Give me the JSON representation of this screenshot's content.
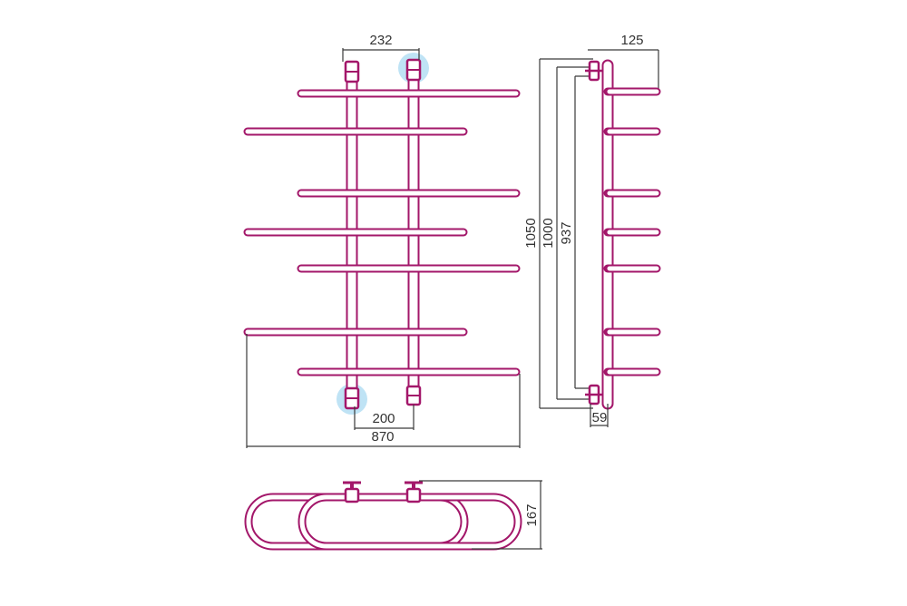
{
  "colors": {
    "pipe": "#a3176a",
    "dimension_line": "#3a3a3a",
    "valve_highlight": "#bfe3f5"
  },
  "dimensions": {
    "front_top_center": "232",
    "front_bottom_center": "200",
    "front_width": "870",
    "side_depth": "125",
    "side_height_total": "1050",
    "side_height_mid": "1000",
    "side_height_inner": "937",
    "side_wall_offset": "59",
    "top_view_depth": "167"
  },
  "icons": {
    "valve_highlight_top": "connection-circle-icon",
    "valve_highlight_bottom": "connection-circle-icon"
  }
}
